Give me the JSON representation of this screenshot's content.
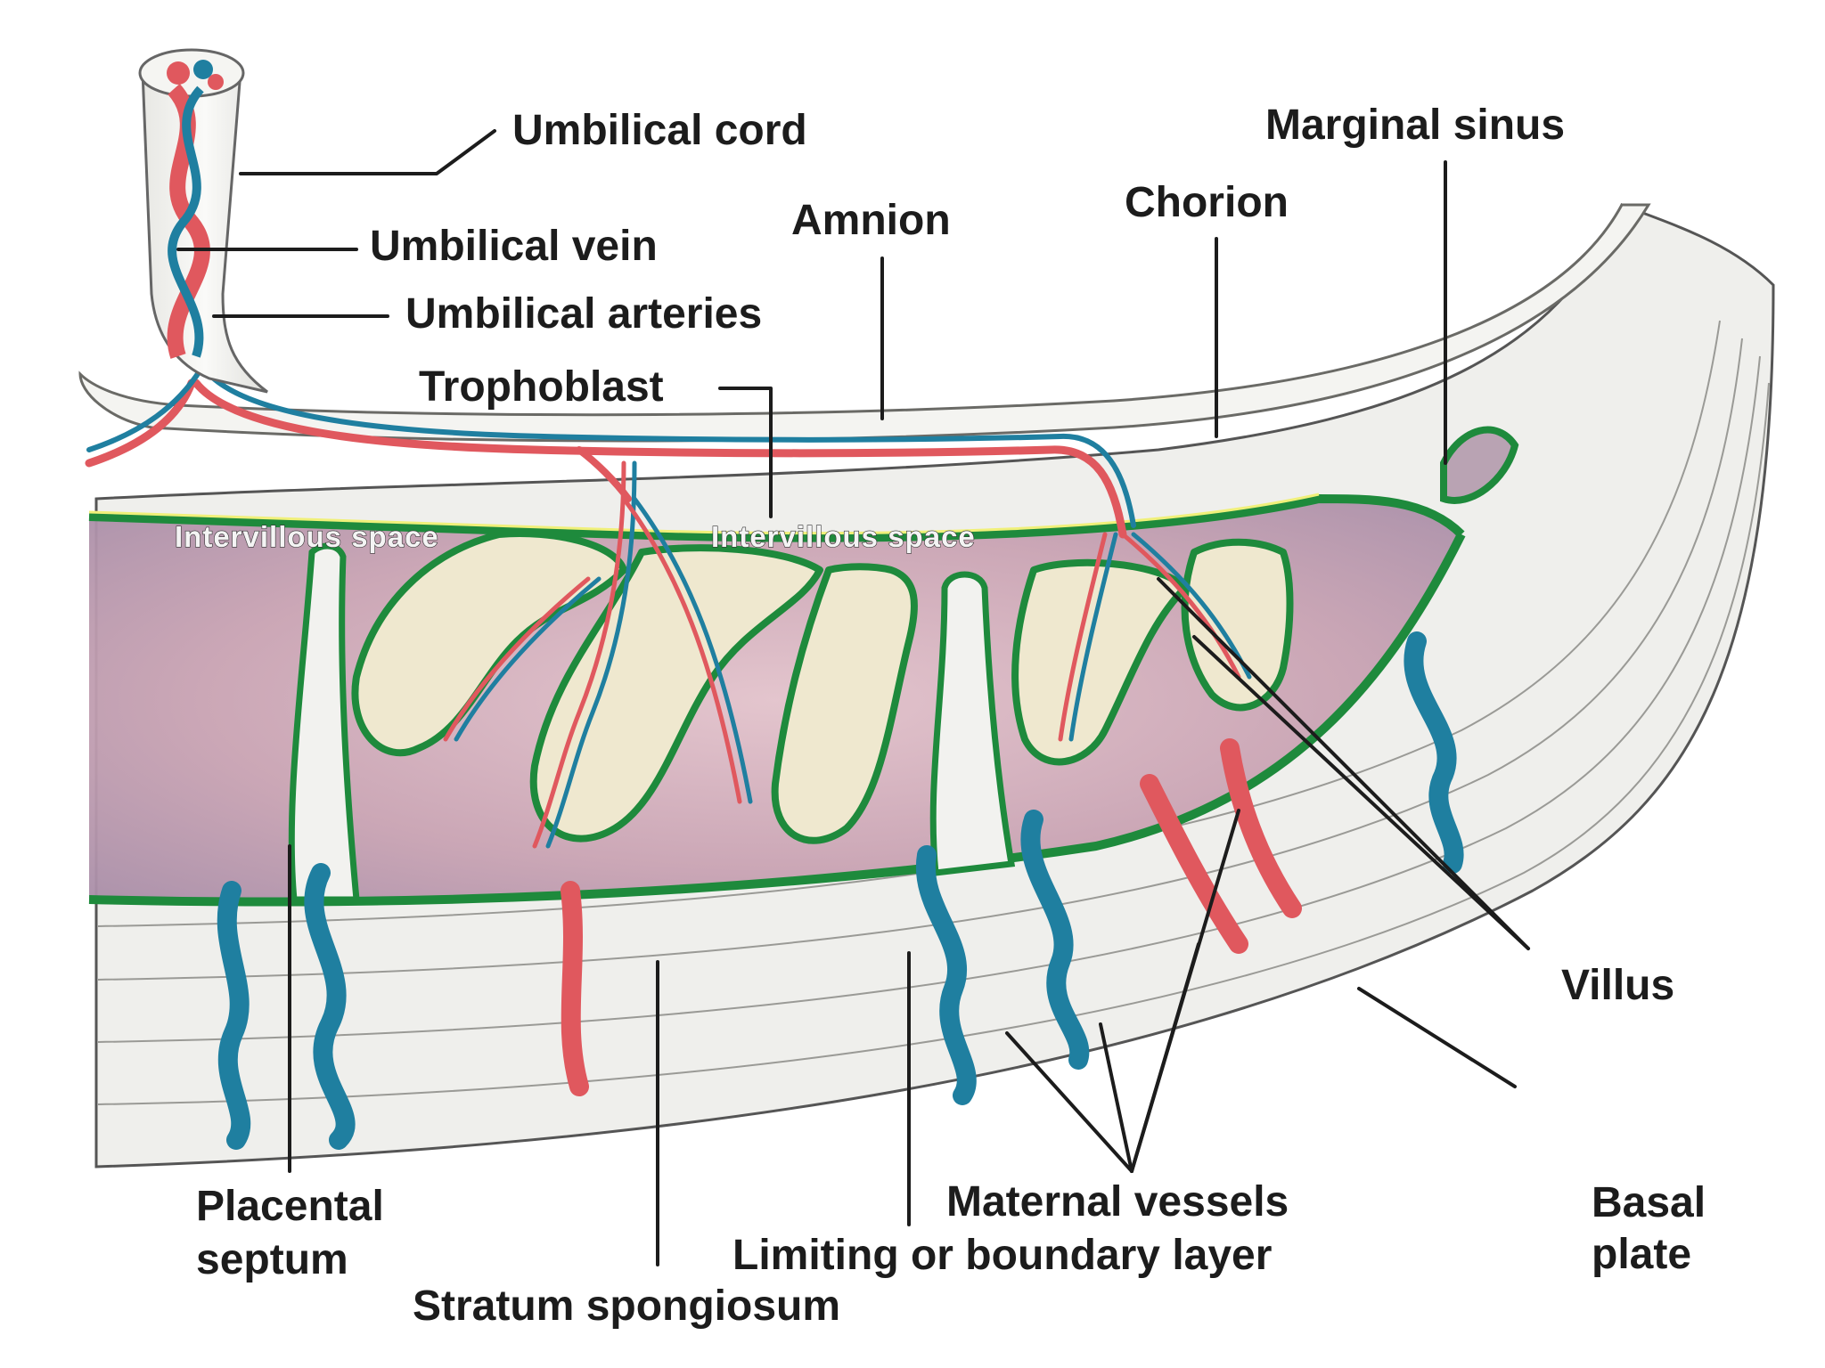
{
  "labels": {
    "umbilical_cord": "Umbilical cord",
    "umbilical_vein": "Umbilical vein",
    "umbilical_arteries": "Umbilical arteries",
    "trophoblast": "Trophoblast",
    "amnion": "Amnion",
    "chorion": "Chorion",
    "marginal_sinus": "Marginal sinus",
    "intervillous_space_left": "Intervillous space",
    "intervillous_space_right": "Intervillous space",
    "villus": "Villus",
    "basal_plate_line1": "Basal",
    "basal_plate_line2": "plate",
    "maternal_vessels": "Maternal vessels",
    "limiting_layer": "Limiting or boundary layer",
    "placental_septum_line1": "Placental",
    "placental_septum_line2": "septum",
    "stratum_spongiosum": "Stratum spongiosum"
  },
  "colors": {
    "artery": "#e0585e",
    "vein": "#1f7fa0",
    "trophoblast_border": "#1e8a3c",
    "intervillous": "#c9a8b6",
    "tissue": "#f1f1ee"
  }
}
